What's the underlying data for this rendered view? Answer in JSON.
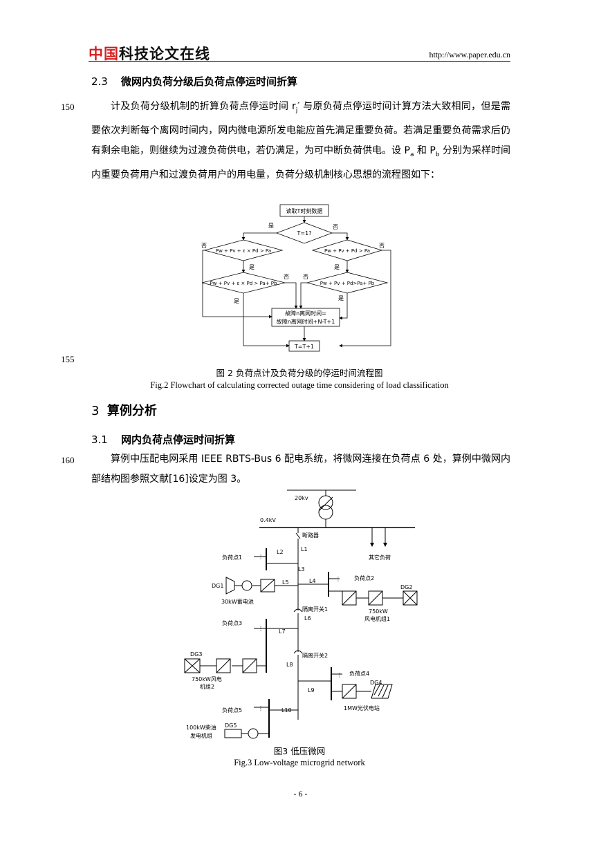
{
  "header": {
    "logo_part1": "中国",
    "logo_part2": "科技论文在线",
    "url": "http://www.paper.edu.cn"
  },
  "section_2_3": {
    "number": "2.3",
    "title": "微网内负荷分级后负荷点停运时间折算"
  },
  "line_numbers": [
    "150",
    "155",
    "160"
  ],
  "para1": {
    "text1": "计及负荷分级机制的折算负荷点停运时间 r",
    "sub_j": "j",
    "prime": "′",
    "text2": " 与原负荷点停运时间计算方法大致相同，但是需要依次判断每个离网时间内，网内微电源所发电能应首先满足重要负荷。若满足重要负荷需求后仍有剩余电能，则继续为过渡负荷供电，若仍满足，为可中断负荷供电。设 P",
    "sub_a": "a",
    "text3": " 和 P",
    "sub_b": "b",
    "text4": " 分别为采样时间内重要负荷用户和过渡负荷用户的用电量，负荷分级机制核心思想的流程图如下："
  },
  "flowchart": {
    "read": "读取T时刻数据",
    "t1": "T=1?",
    "left_d1": "Pw + Pv + ε × Pd > Pa",
    "right_d1": "Pw + Pv + Pd > Pa",
    "left_d2": "Pw + Pv + ε × Pd > Pa+ Pb",
    "right_d2": "Pw + Pv + Pd>Pa+ Pb",
    "fault_line1": "故障n离网时间=",
    "fault_line2": "故障n离网时间+N-T+1",
    "tinc": "T=T+1",
    "yes": "是",
    "no": "否"
  },
  "fig2": {
    "caption_cn": "图 2 负荷点计及负荷分级的停运时间流程图",
    "caption_en": "Fig.2 Flowchart of calculating corrected outage time considering of load classification"
  },
  "section_3": {
    "number": "3",
    "title": "算例分析"
  },
  "section_3_1": {
    "number": "3.1",
    "title": "网内负荷点停运时间折算"
  },
  "para2": {
    "text": "算例中压配电网采用 IEEE RBTS-Bus 6 配电系统，将微网连接在负荷点 6 处，算例中微网内部结构图参照文献[16]设定为图 3。"
  },
  "fig3": {
    "v20": "20kv",
    "v04": "0.4kV",
    "breaker": "断路器",
    "other_load": "其它负荷",
    "L1": "L1",
    "L2": "L2",
    "L3": "L3",
    "L4": "L4",
    "L5": "L5",
    "L6": "L6",
    "L7": "L7",
    "L8": "L8",
    "L9": "L9",
    "L10": "L10",
    "load1": "负荷点1",
    "load2": "负荷点2",
    "load3": "负荷点3",
    "load4": "负荷点4",
    "load5": "负荷点5",
    "dg1": "DG1",
    "dg2": "DG2",
    "dg3": "DG3",
    "dg4": "DG4",
    "dg5": "DG5",
    "battery": "30kW蓄电池",
    "wind1_line1": "750kW",
    "wind1_line2": "风电机组1",
    "wind2_line1": "750kW风电",
    "wind2_line2": "机组2",
    "pv": "1MW光伏电站",
    "diesel_line1": "100kW柴油",
    "diesel_line2": "发电机组",
    "iso1": "隔离开关1",
    "iso2": "隔离开关2",
    "caption_cn": "图3  低压微网",
    "caption_en": "Fig.3 Low-voltage microgrid network"
  },
  "page_number": "- 6 -"
}
